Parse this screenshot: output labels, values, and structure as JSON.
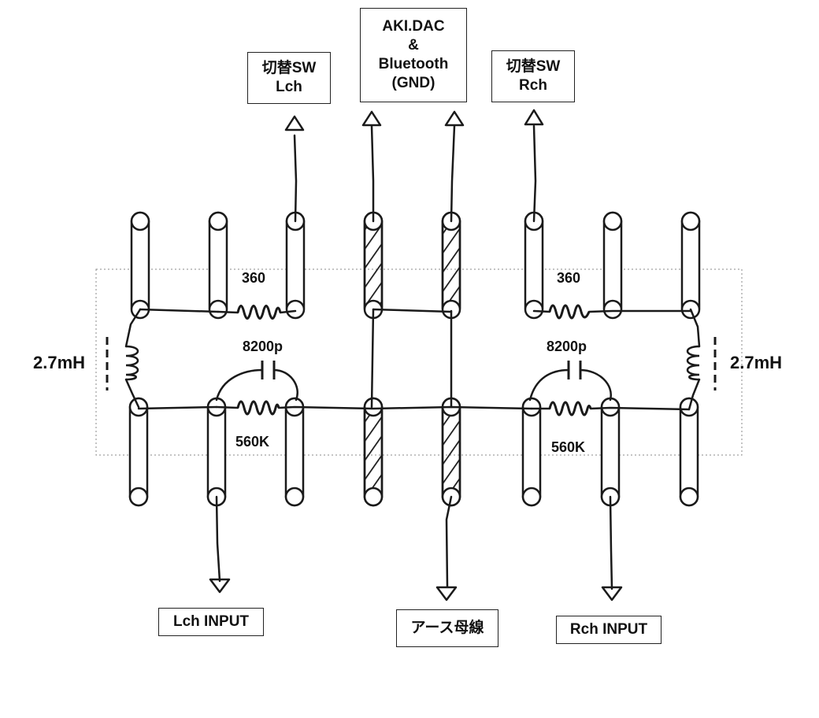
{
  "labels": {
    "switch_l": [
      "切替SW",
      "Lch"
    ],
    "switch_r": [
      "切替SW",
      "Rch"
    ],
    "dac_gnd": [
      "AKI.DAC",
      "&",
      "Bluetooth",
      "(GND)"
    ],
    "lch_input": "Lch INPUT",
    "rch_input": "Rch INPUT",
    "earth_bus": "アース母線"
  },
  "components": {
    "resistor_top_l": "360",
    "resistor_top_r": "360",
    "capacitor_l": "8200p",
    "capacitor_r": "8200p",
    "resistor_bottom_l": "560K",
    "resistor_bottom_r": "560K",
    "inductor_l": "2.7mH",
    "inductor_r": "2.7mH"
  },
  "colors": {
    "ink": "#1a1a1a",
    "dotted": "#888888"
  }
}
